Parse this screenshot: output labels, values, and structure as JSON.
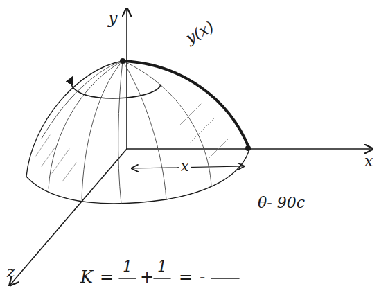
{
  "diagram": {
    "labels": [
      "y",
      "y(x)",
      "x",
      "x",
      "z",
      "θ- 90c",
      "K",
      "=",
      "1",
      "+",
      "1",
      "=",
      "-"
    ]
  }
}
